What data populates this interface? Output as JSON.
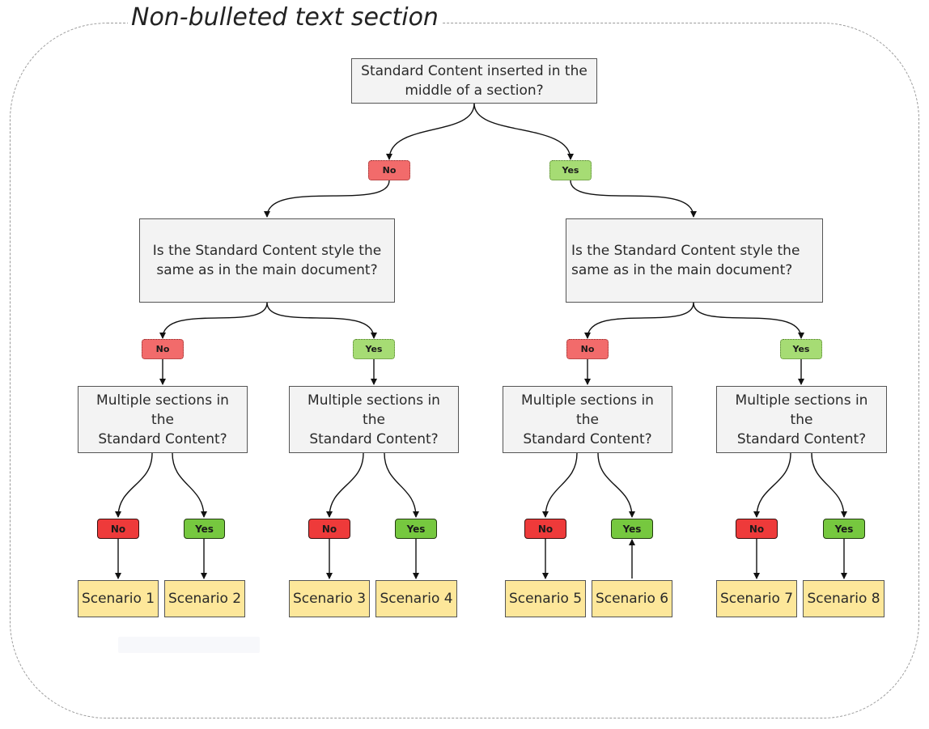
{
  "section_title": "Non-bulleted text section",
  "root": {
    "text": "Standard Content inserted in the middle of a section?",
    "line1": "Standard Content inserted in the",
    "line2": "middle of a section?"
  },
  "level1": [
    {
      "branch": "No",
      "line1": "Is the Standard Content style the",
      "line2": "same as in the main document?"
    },
    {
      "branch": "Yes",
      "line1": "Is the Standard Content style the",
      "line2": "same as in the main document?"
    }
  ],
  "level2": [
    {
      "branch": "No",
      "line1": "Multiple sections in the",
      "line2": "Standard Content?"
    },
    {
      "branch": "Yes",
      "line1": "Multiple sections in the",
      "line2": "Standard Content?"
    },
    {
      "branch": "No",
      "line1": "Multiple sections in the",
      "line2": "Standard Content?"
    },
    {
      "branch": "Yes",
      "line1": "Multiple sections in the",
      "line2": "Standard Content?"
    }
  ],
  "leaf_branches": [
    "No",
    "Yes",
    "No",
    "Yes",
    "No",
    "Yes",
    "No",
    "Yes"
  ],
  "scenarios": [
    "Scenario 1",
    "Scenario 2",
    "Scenario 3",
    "Scenario 4",
    "Scenario 5",
    "Scenario 6",
    "Scenario 7",
    "Scenario 8"
  ],
  "colors": {
    "no": "#ee3a3a",
    "no_light": "#f26b6b",
    "yes": "#76c83f",
    "yes_light": "#a6dc74",
    "box": "#f3f3f3",
    "scenario": "#fde79a"
  }
}
